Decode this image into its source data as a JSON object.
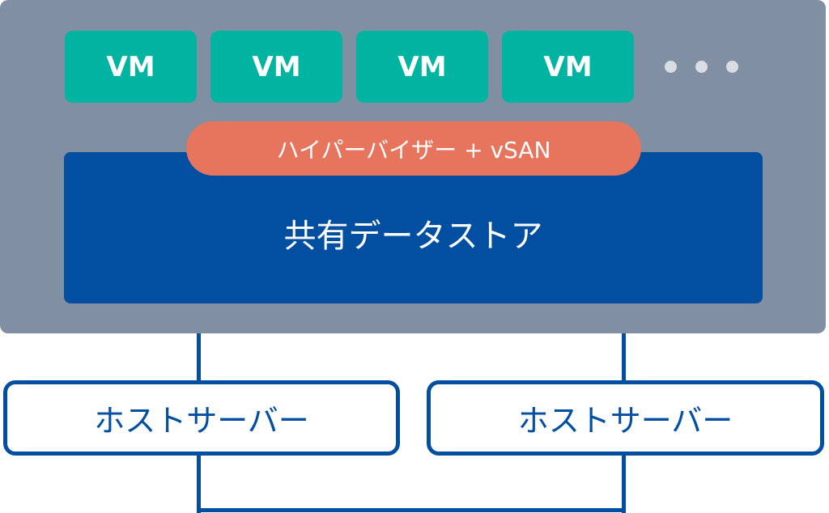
{
  "vms": [
    "VM",
    "VM",
    "VM",
    "VM"
  ],
  "more_indicator": "ellipsis-dots",
  "hypervisor_label": "ハイパーバイザー + vSAN",
  "datastore_label": "共有データストア",
  "servers": [
    "ホストサーバー",
    "ホストサーバー"
  ],
  "colors": {
    "frame": "#818fa2",
    "vm": "#00b4a1",
    "hypervisor": "#e7745c",
    "datastore": "#024fa2"
  }
}
